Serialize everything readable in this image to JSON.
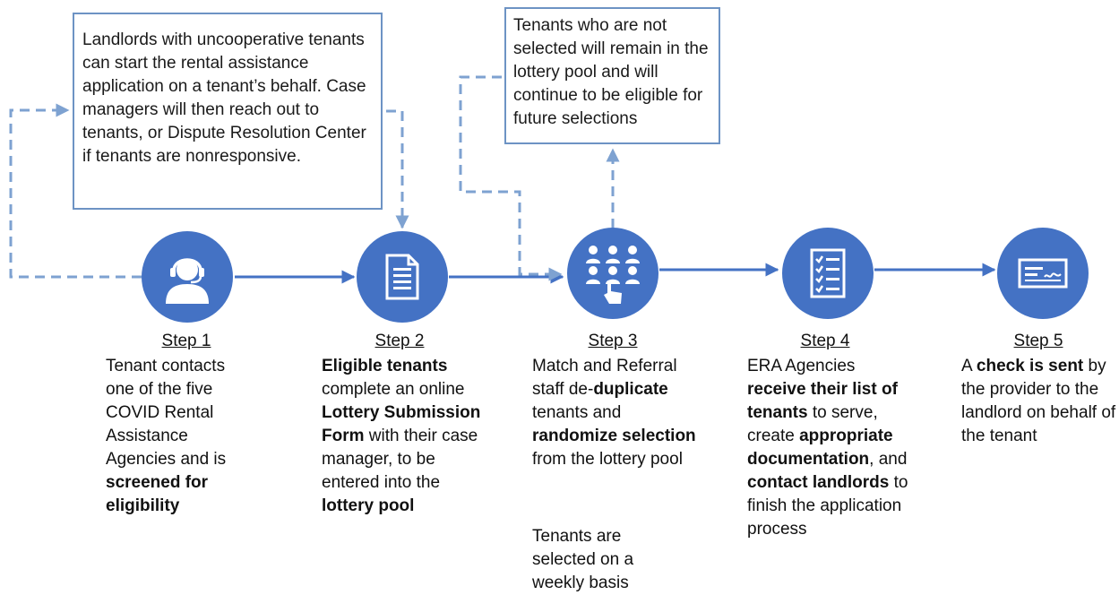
{
  "notes": {
    "landlord": "Landlords with uncooperative tenants can start the rental assistance application on a tenant’s behalf. Case managers will then reach out to tenants, or Dispute Resolution Center if tenants are nonresponsive.",
    "pool": "Tenants who are not selected will remain in the lottery pool and will continue to be eligible for future selections"
  },
  "steps": [
    {
      "title": "Step 1",
      "icon": "headset-agent-icon",
      "segments": [
        {
          "text": "Tenant contacts one of the five COVID Rental Assistance Agencies and is ",
          "bold": false
        },
        {
          "text": "screened for eligibility",
          "bold": true
        }
      ]
    },
    {
      "title": "Step 2",
      "icon": "document-icon",
      "segments": [
        {
          "text": "Eligible tenants",
          "bold": true
        },
        {
          "text": " complete an online ",
          "bold": false
        },
        {
          "text": "Lottery Submission Form",
          "bold": true
        },
        {
          "text": " with their case manager, to be entered into the ",
          "bold": false
        },
        {
          "text": "lottery pool",
          "bold": true
        }
      ]
    },
    {
      "title": "Step 3",
      "icon": "group-selection-icon",
      "segments": [
        {
          "text": "Match and Referral staff de-",
          "bold": false
        },
        {
          "text": "duplicate",
          "bold": true
        },
        {
          "text": " tenants and ",
          "bold": false
        },
        {
          "text": "randomize selection",
          "bold": true
        },
        {
          "text": " from the lottery pool",
          "bold": false
        }
      ],
      "extra": "Tenants are selected on a weekly basis"
    },
    {
      "title": "Step 4",
      "icon": "checklist-icon",
      "segments": [
        {
          "text": "ERA Agencies ",
          "bold": false
        },
        {
          "text": "receive their list of tenants",
          "bold": true
        },
        {
          "text": " to serve, create ",
          "bold": false
        },
        {
          "text": "appropriate documentation",
          "bold": true
        },
        {
          "text": ", and ",
          "bold": false
        },
        {
          "text": "contact landlords",
          "bold": true
        },
        {
          "text": " to finish the application process",
          "bold": false
        }
      ]
    },
    {
      "title": "Step 5",
      "icon": "check-payment-icon",
      "segments": [
        {
          "text": "A ",
          "bold": false
        },
        {
          "text": "check is sent",
          "bold": true
        },
        {
          "text": " by the provider to the landlord on behalf of the tenant",
          "bold": false
        }
      ]
    }
  ],
  "colors": {
    "circle": "#4472c4",
    "arrow": "#4472c4",
    "dashed": "#7ea2d1",
    "box_border": "#6d93c4"
  }
}
